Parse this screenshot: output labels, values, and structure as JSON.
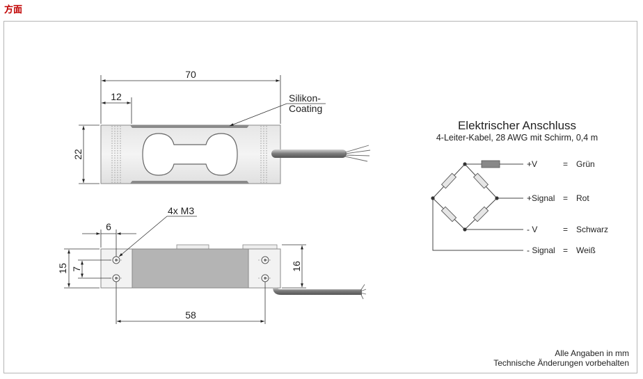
{
  "page_label": "方面",
  "top_view": {
    "dim_length": "70",
    "dim_offset": "12",
    "dim_height": "22",
    "callout": [
      "Silikon-",
      "Coating"
    ]
  },
  "side_view": {
    "callout_holes": "4x M3",
    "dim_hole_offset": "6",
    "dim_height_outer": "15",
    "dim_hole_spacing": "7",
    "dim_height_right": "16",
    "dim_hole_distance": "58"
  },
  "electrical": {
    "title": "Elektrischer Anschluss",
    "subtitle": "4-Leiter-Kabel, 28 AWG mit Schirm, 0,4 m",
    "wires": [
      {
        "signal": "+V",
        "eq": "=",
        "color": "Grün"
      },
      {
        "signal": "+Signal",
        "eq": "=",
        "color": "Rot"
      },
      {
        "signal": "- V",
        "eq": "=",
        "color": "Schwarz"
      },
      {
        "signal": "- Signal",
        "eq": "=",
        "color": "Weiß"
      }
    ]
  },
  "notes": {
    "line1": "Alle Angaben in mm",
    "line2": "Technische Änderungen vorbehalten"
  }
}
